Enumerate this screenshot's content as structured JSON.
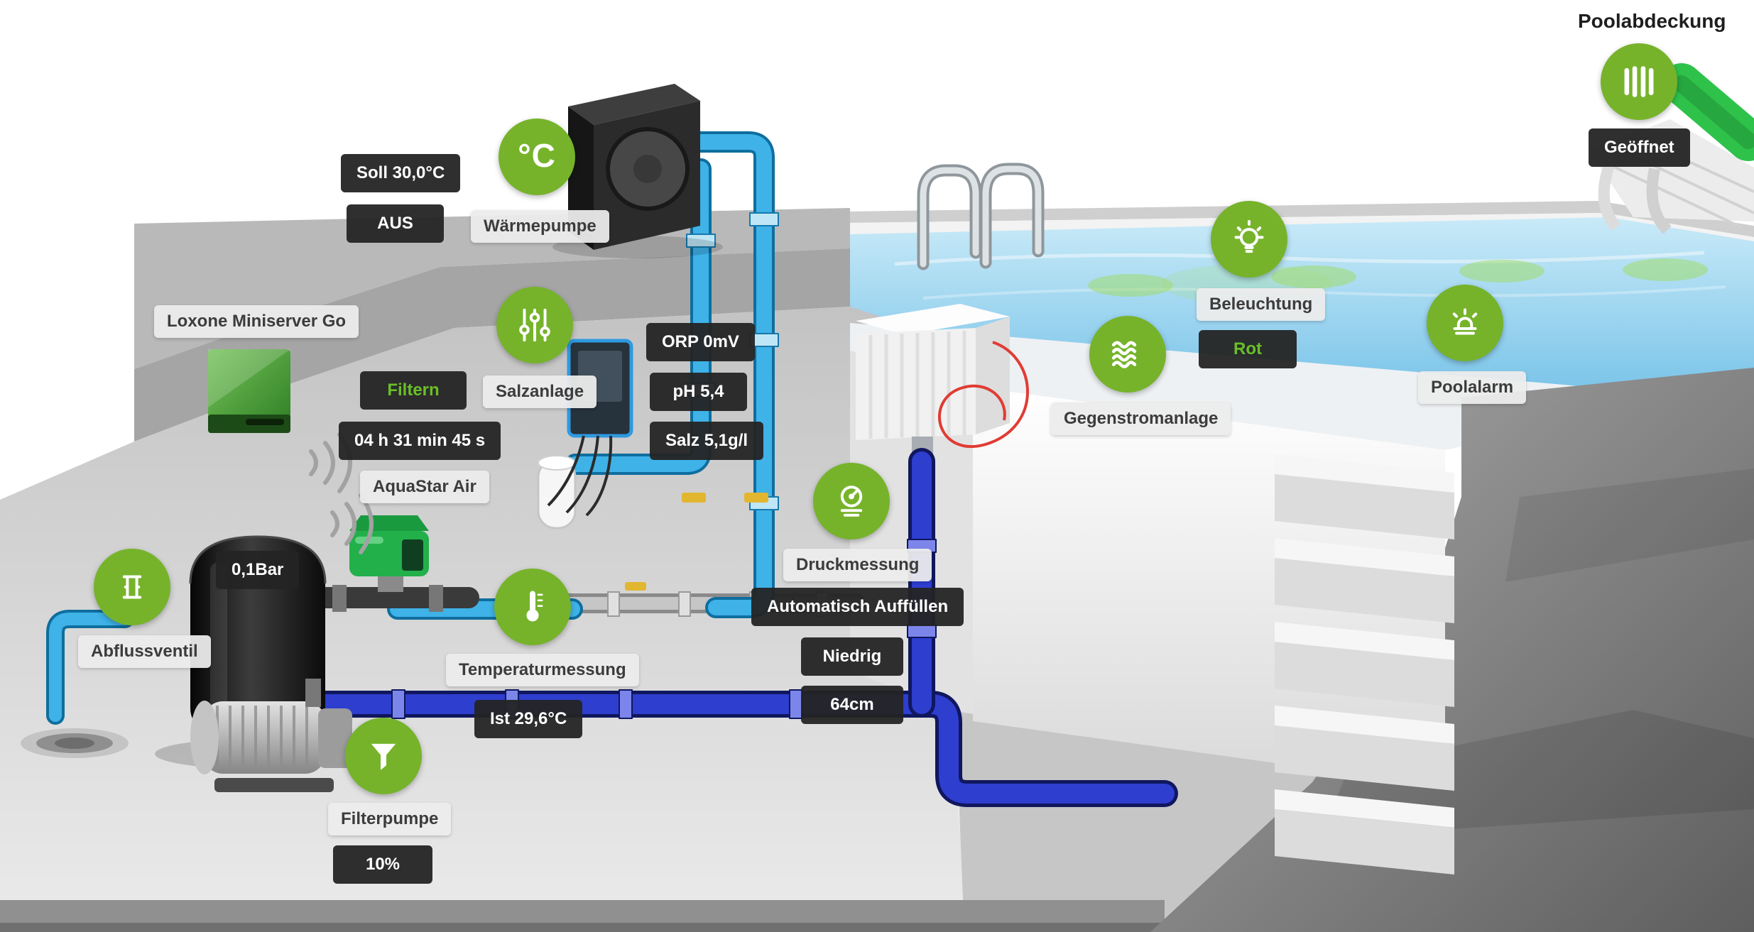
{
  "colors": {
    "accent_green": "#76b32b",
    "badge_bg": "#262626",
    "badge_text": "#ffffff",
    "chip_bg": "#ebebeb",
    "chip_text": "#3c3c3c",
    "status_green_text": "#6abf29",
    "water_blue": "#8ccfee",
    "pipe_light_blue": "#3fb2e8",
    "pipe_dark_blue": "#2e3ecf",
    "cover_green": "#2ec24b"
  },
  "icons": {
    "celsius_glyph": "°C",
    "pool_cover": "roller-slats-icon",
    "salt_system": "sliders-icon",
    "lighting": "bulb-icon",
    "counter_current": "waves-icon",
    "alarm": "beacon-icon",
    "pressure": "gauge-icon",
    "drain_valve": "pipe-valve-icon",
    "temperature": "thermometer-icon",
    "filter_pump": "funnel-icon"
  },
  "pool_cover": {
    "label": "Poolabdeckung",
    "state": "Geöffnet"
  },
  "heat_pump": {
    "label": "Wärmepumpe",
    "setpoint": "Soll 30,0°C",
    "state": "AUS"
  },
  "miniserver": {
    "label": "Loxone Miniserver Go"
  },
  "salt_system": {
    "label": "Salzanlage",
    "mode": "Filtern",
    "runtime": "04 h 31 min 45 s",
    "orp": "ORP 0mV",
    "ph": "pH 5,4",
    "salt": "Salz 5,1g/l"
  },
  "controller": {
    "label": "AquaStar Air"
  },
  "lighting": {
    "label": "Beleuchtung",
    "color": "Rot"
  },
  "counter_current": {
    "label": "Gegenstromanlage"
  },
  "alarm": {
    "label": "Poolalarm"
  },
  "pressure": {
    "label": "Druckmessung",
    "mode": "Automatisch Auffüllen",
    "state": "Niedrig",
    "level": "64cm"
  },
  "drain_valve": {
    "label": "Abflussventil",
    "pressure": "0,1Bar"
  },
  "temperature": {
    "label": "Temperaturmessung",
    "actual": "Ist 29,6°C"
  },
  "filter_pump": {
    "label": "Filterpumpe",
    "speed": "10%"
  }
}
